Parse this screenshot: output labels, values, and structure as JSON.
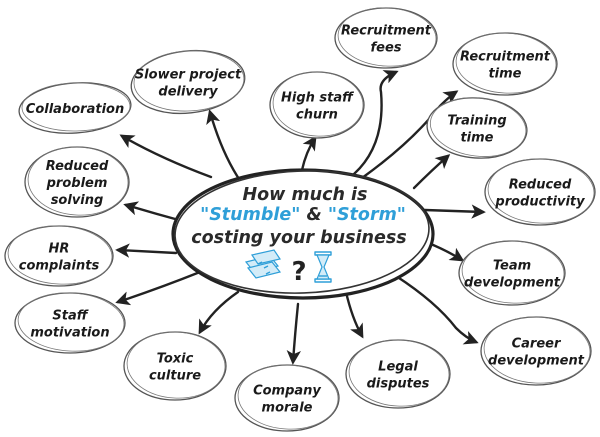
{
  "center": {
    "line1": "How much is",
    "accent1": "\"Stumble\"",
    "connector": " & ",
    "accent2": "\"Storm\"",
    "line3": "costing your business",
    "symbol": "?",
    "icons": [
      "money-icon",
      "hourglass-icon"
    ]
  },
  "accent_color": "#2f9fd8",
  "nodes": [
    {
      "id": "collaboration",
      "lines": [
        "Collaboration"
      ]
    },
    {
      "id": "slower-project-delivery",
      "lines": [
        "Slower project",
        "delivery"
      ]
    },
    {
      "id": "high-staff-churn",
      "lines": [
        "High staff",
        "churn"
      ]
    },
    {
      "id": "recruitment-fees",
      "lines": [
        "Recruitment",
        "fees"
      ]
    },
    {
      "id": "recruitment-time",
      "lines": [
        "Recruitment",
        "time"
      ]
    },
    {
      "id": "training-time",
      "lines": [
        "Training",
        "time"
      ]
    },
    {
      "id": "reduced-productivity",
      "lines": [
        "Reduced",
        "productivity"
      ]
    },
    {
      "id": "team-development",
      "lines": [
        "Team",
        "development"
      ]
    },
    {
      "id": "career-development",
      "lines": [
        "Career",
        "development"
      ]
    },
    {
      "id": "legal-disputes",
      "lines": [
        "Legal",
        "disputes"
      ]
    },
    {
      "id": "company-morale",
      "lines": [
        "Company",
        "morale"
      ]
    },
    {
      "id": "toxic-culture",
      "lines": [
        "Toxic",
        "culture"
      ]
    },
    {
      "id": "staff-motivation",
      "lines": [
        "Staff",
        "motivation"
      ]
    },
    {
      "id": "hr-complaints",
      "lines": [
        "HR",
        "complaints"
      ]
    },
    {
      "id": "reduced-problem-solving",
      "lines": [
        "Reduced",
        "problem",
        "solving"
      ]
    }
  ]
}
